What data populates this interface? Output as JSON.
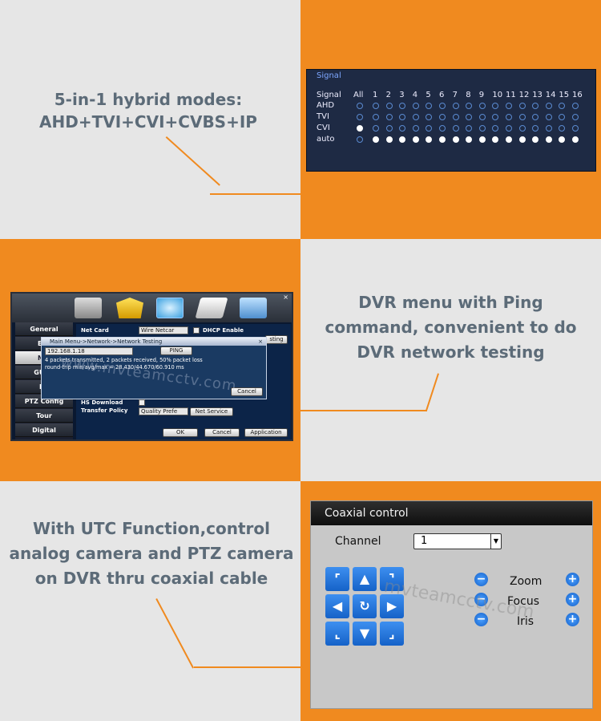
{
  "panel1": {
    "caption_line1": "5-in-1 hybrid modes:",
    "caption_line2": "AHD+TVI+CVI+CVBS+IP",
    "signal": {
      "title": "Signal",
      "header_label": "Signal",
      "all_label": "All",
      "channels": [
        "1",
        "2",
        "3",
        "4",
        "5",
        "6",
        "7",
        "8",
        "9",
        "10",
        "11",
        "12",
        "13",
        "14",
        "15",
        "16"
      ],
      "rows": [
        {
          "label": "AHD",
          "all_on": false,
          "on_channels": []
        },
        {
          "label": "TVI",
          "all_on": false,
          "on_channels": []
        },
        {
          "label": "CVI",
          "all_on": true,
          "on_channels": []
        },
        {
          "label": "auto",
          "all_on": false,
          "on_channels": [
            1,
            2,
            3,
            4,
            5,
            6,
            7,
            8,
            9,
            10,
            11,
            12,
            13,
            14,
            15,
            16
          ]
        }
      ]
    }
  },
  "panel2": {
    "caption_line1": "DVR menu with Ping",
    "caption_line2": "command, convenient to do",
    "caption_line3": "DVR network testing",
    "dvr": {
      "sidebar": [
        "General",
        "Enc",
        "Net",
        "GUI D",
        "RS",
        "PTZ Config",
        "Tour",
        "Digital"
      ],
      "active_index": 2,
      "net_card_label": "Net Card",
      "net_card_value": "Wire Netcar",
      "dhcp_label": "DHCP Enable",
      "testing_tab": "sting",
      "dialog_title": "Main Menu->Network->Network Testing",
      "ip_value": "192.168.1.18",
      "ping_button": "PING",
      "result_line1": "4 packets transmitted, 2 packets received, 50% packet loss",
      "result_line2": "round-trip min/avg/max = 28.430/44.670/60.910 ms",
      "dialog_cancel": "Cancel",
      "hs_download_label": "HS Download",
      "transfer_policy_label": "Transfer Policy",
      "transfer_policy_value": "Quality Prefe",
      "net_service_button": "Net Service",
      "ok_button": "OK",
      "cancel_button": "Cancel",
      "application_button": "Application",
      "watermark": "www.mvteamcctv.com",
      "close_glyph": "×"
    }
  },
  "panel3": {
    "caption_line1": "With UTC Function,control",
    "caption_line2": "analog camera and PTZ camera",
    "caption_line3": "on DVR thru coaxial cable",
    "coax": {
      "title": "Coaxial control",
      "channel_label": "Channel",
      "channel_value": "1",
      "zoom_label": "Zoom",
      "focus_label": "Focus",
      "iris_label": "Iris",
      "watermark": "mvteamcctv.com"
    }
  },
  "colors": {
    "accent": "#f08a1f",
    "text": "#5c6b78",
    "ptz_blue": "#1f6fd8"
  }
}
